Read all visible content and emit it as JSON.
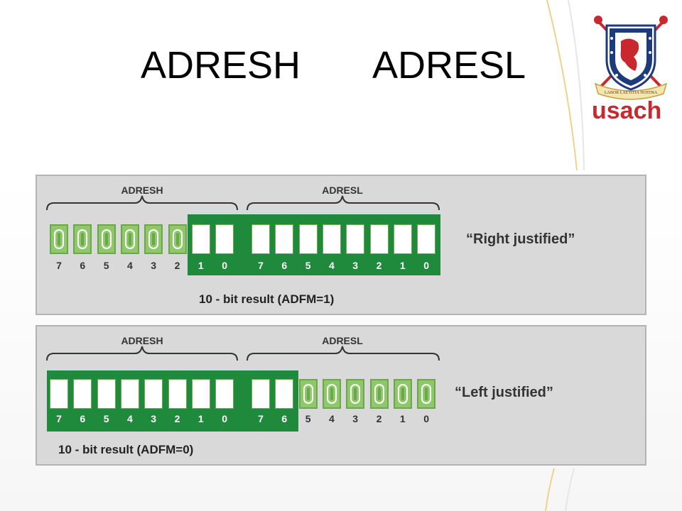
{
  "slide": {
    "title_left": "ADRESH",
    "title_right": "ADRESL"
  },
  "logo": {
    "text": "usach",
    "motto": "LABOR LAETITIA NOSTRA"
  },
  "right_panel": {
    "high_label": "ADRESH",
    "low_label": "ADRESL",
    "high_bits": [
      {
        "label": "7",
        "state": "0"
      },
      {
        "label": "6",
        "state": "0"
      },
      {
        "label": "5",
        "state": "0"
      },
      {
        "label": "4",
        "state": "0"
      },
      {
        "label": "3",
        "state": "0"
      },
      {
        "label": "2",
        "state": "0"
      },
      {
        "label": "1",
        "state": "result"
      },
      {
        "label": "0",
        "state": "result"
      }
    ],
    "low_bits": [
      {
        "label": "7",
        "state": "result"
      },
      {
        "label": "6",
        "state": "result"
      },
      {
        "label": "5",
        "state": "result"
      },
      {
        "label": "4",
        "state": "result"
      },
      {
        "label": "3",
        "state": "result"
      },
      {
        "label": "2",
        "state": "result"
      },
      {
        "label": "1",
        "state": "result"
      },
      {
        "label": "0",
        "state": "result"
      }
    ],
    "caption": "10 - bit result (ADFM=1)",
    "justify": "“Right justified”"
  },
  "left_panel": {
    "high_label": "ADRESH",
    "low_label": "ADRESL",
    "high_bits": [
      {
        "label": "7",
        "state": "result"
      },
      {
        "label": "6",
        "state": "result"
      },
      {
        "label": "5",
        "state": "result"
      },
      {
        "label": "4",
        "state": "result"
      },
      {
        "label": "3",
        "state": "result"
      },
      {
        "label": "2",
        "state": "result"
      },
      {
        "label": "1",
        "state": "result"
      },
      {
        "label": "0",
        "state": "result"
      }
    ],
    "low_bits": [
      {
        "label": "7",
        "state": "result"
      },
      {
        "label": "6",
        "state": "result"
      },
      {
        "label": "5",
        "state": "0"
      },
      {
        "label": "4",
        "state": "0"
      },
      {
        "label": "3",
        "state": "0"
      },
      {
        "label": "2",
        "state": "0"
      },
      {
        "label": "1",
        "state": "0"
      },
      {
        "label": "0",
        "state": "0"
      }
    ],
    "caption": "10 - bit result (ADFM=0)",
    "justify": "“Left justified”"
  },
  "colors": {
    "result_green": "#1f8a3c",
    "zero_green": "#8fc86a",
    "panel_gray": "#d9d9d9"
  }
}
